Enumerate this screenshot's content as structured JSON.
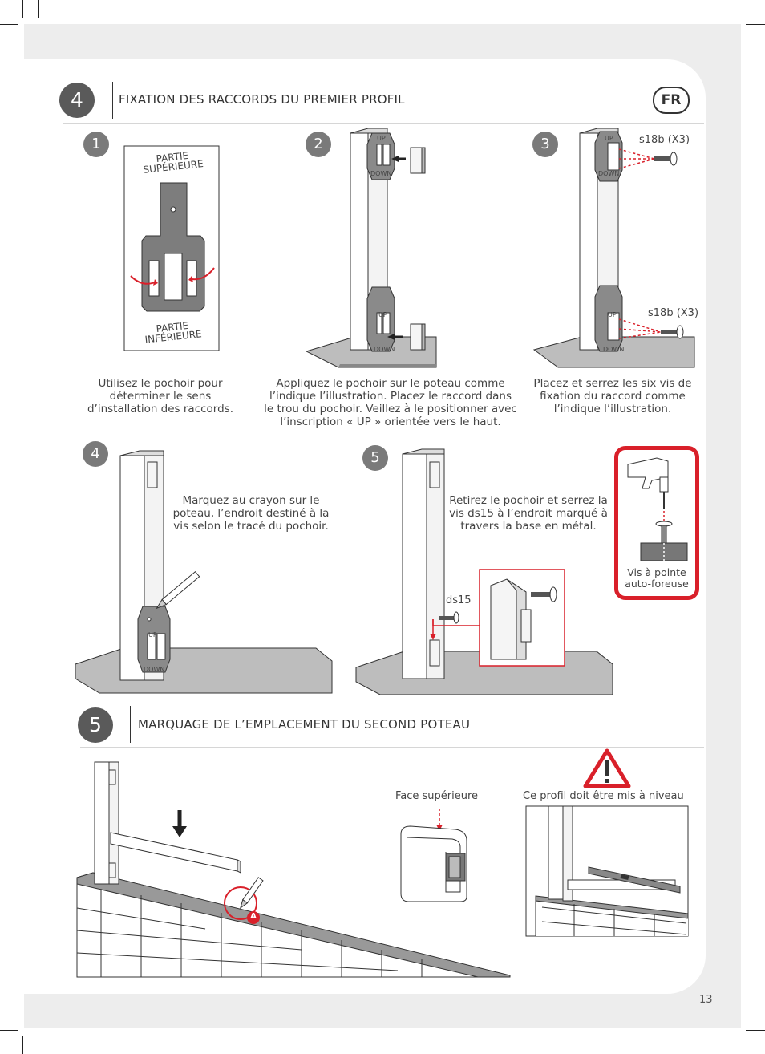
{
  "page_number": "13",
  "language_badge": "FR",
  "section4": {
    "number": "4",
    "title": "FIXATION DES RACCORDS DU PREMIER PROFIL",
    "steps": [
      {
        "number": "1",
        "caption": "Utilisez le pochoir pour déterminer le sens d’installation des raccords."
      },
      {
        "number": "2",
        "caption": "Appliquez le pochoir sur le poteau comme l’indique l’illustration. Placez le raccord dans le trou du pochoir. Veillez à le positionner avec l’inscription « UP » orientée vers le haut."
      },
      {
        "number": "3",
        "caption": "Placez et serrez les six vis de fixation du raccord comme l’indique l’illustration."
      },
      {
        "number": "4",
        "caption": "Marquez au crayon sur le poteau, l’endroit destiné à la vis selon le tracé du pochoir."
      },
      {
        "number": "5",
        "caption": "Retirez le pochoir et serrez la vis ds15 à l’endroit marqué à travers la base en métal."
      }
    ],
    "stencil_top_label": "PARTIE SUPÉRIEURE",
    "stencil_bottom_label": "PARTIE INFÉRIEURE",
    "up_label": "UP",
    "down_label": "DOWN",
    "screw_label_top": "s18b (X3)",
    "screw_label_bottom": "s18b (X3)",
    "screw_ds15_label": "ds15",
    "tool_caption": "Vis à pointe auto-foreuse"
  },
  "section5": {
    "number": "5",
    "title": "MARQUAGE DE L’EMPLACEMENT DU SECOND POTEAU",
    "face_label": "Face supérieure",
    "level_label": "Ce profil doit être mis à niveau",
    "marker_label": "A"
  },
  "colors": {
    "accent_red": "#d9202a",
    "dark_grey": "#5a5a5a"
  }
}
